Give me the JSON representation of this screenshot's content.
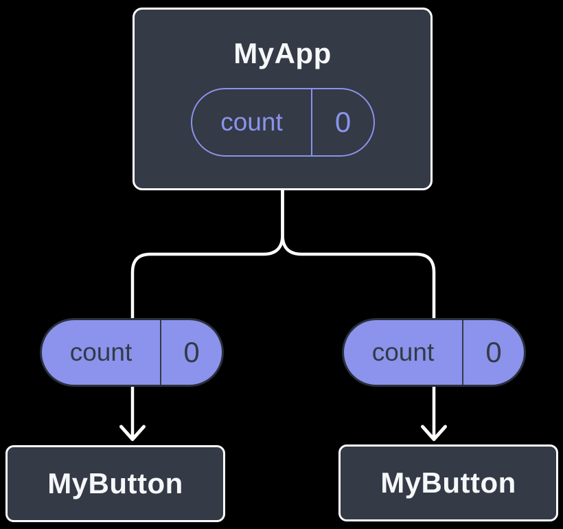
{
  "colors": {
    "background": "#000000",
    "card_fill": "#343a46",
    "card_border": "#ffffff",
    "accent_purple": "#8b93ec",
    "pill_dark": "#343a46",
    "pill_dark_border": "#2a303b",
    "line_white": "#ffffff",
    "title_text": "#f6f7f9"
  },
  "root_component": {
    "title": "MyApp",
    "state": {
      "name": "count",
      "value": "0"
    }
  },
  "left_branch": {
    "prop": {
      "name": "count",
      "value": "0"
    },
    "component": {
      "title": "MyButton"
    }
  },
  "right_branch": {
    "prop": {
      "name": "count",
      "value": "0"
    },
    "component": {
      "title": "MyButton"
    }
  }
}
